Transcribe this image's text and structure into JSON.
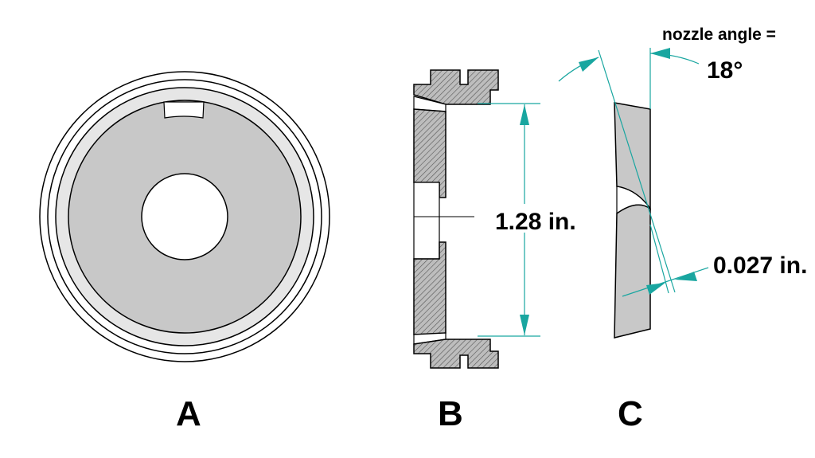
{
  "views": {
    "a": {
      "label": "A"
    },
    "b": {
      "label": "B",
      "diameter_label": "1.28 in."
    },
    "c": {
      "label": "C",
      "angle_caption": "nozzle angle =",
      "angle_value": "18°",
      "gap_label": "0.027 in."
    }
  },
  "colors": {
    "outline": "#000000",
    "gray_fill": "#c8c8c8",
    "light_ring": "#e6e6e6",
    "hatch_fill": "#b9b9b9",
    "dimension": "#19a6a0"
  }
}
